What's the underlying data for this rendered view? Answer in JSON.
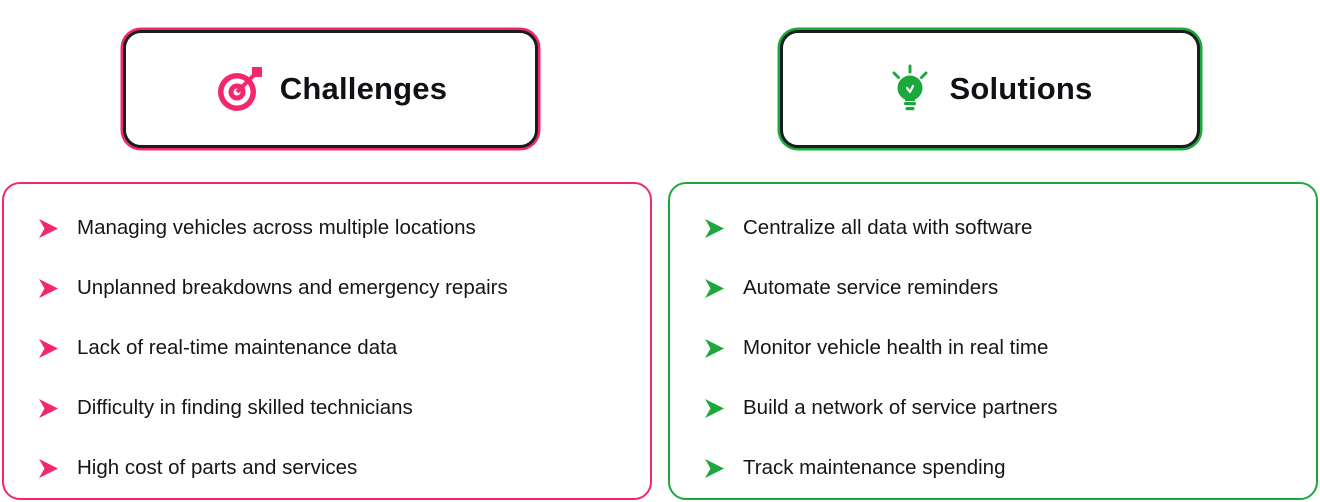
{
  "colors": {
    "challenge_accent": "#f4276a",
    "solution_accent": "#1ca83b",
    "header_border": "#191c22",
    "text": "#14161a"
  },
  "challenges": {
    "title": "Challenges",
    "icon": "target-icon",
    "items": [
      "Managing vehicles across multiple locations",
      "Unplanned breakdowns and emergency repairs",
      "Lack of real-time maintenance data",
      "Difficulty in finding skilled technicians",
      "High cost of parts and services"
    ]
  },
  "solutions": {
    "title": "Solutions",
    "icon": "lightbulb-icon",
    "items": [
      "Centralize all data with software",
      "Automate service reminders",
      "Monitor vehicle health in real time",
      "Build a network of service partners",
      "Track maintenance spending"
    ]
  }
}
